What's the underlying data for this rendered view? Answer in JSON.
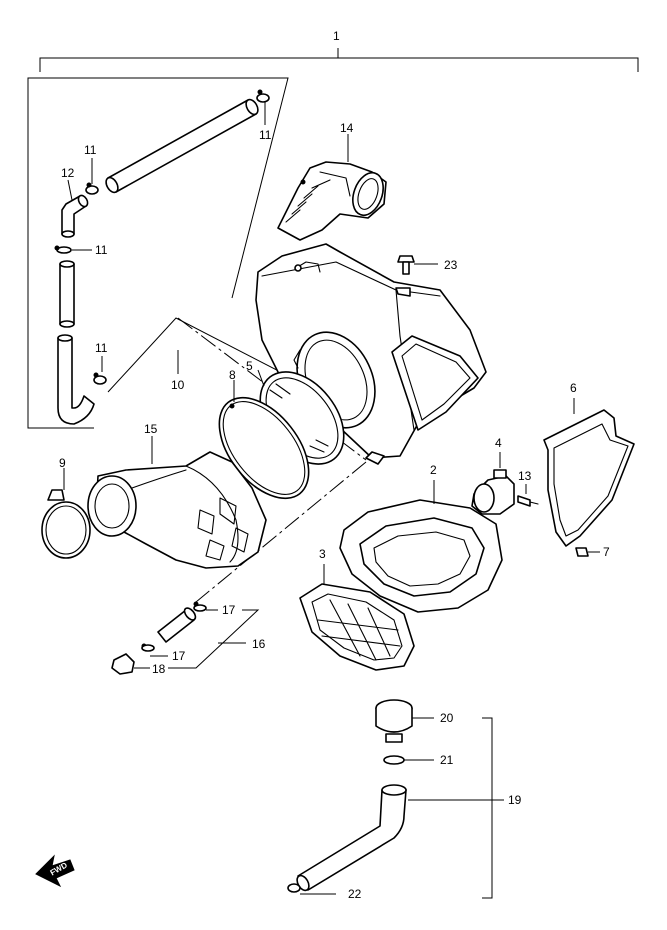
{
  "callouts": {
    "c1": "1",
    "c2": "2",
    "c3": "3",
    "c4": "4",
    "c5": "5",
    "c6": "6",
    "c7": "7",
    "c8": "8",
    "c9": "9",
    "c10": "10",
    "c11a": "11",
    "c11b": "11",
    "c11c": "11",
    "c11d": "11",
    "c12": "12",
    "c13": "13",
    "c14": "14",
    "c15": "15",
    "c16": "16",
    "c17a": "17",
    "c17b": "17",
    "c18": "18",
    "c19": "19",
    "c20": "20",
    "c21": "21",
    "c22": "22",
    "c23": "23"
  },
  "fwd_label": "FWD"
}
